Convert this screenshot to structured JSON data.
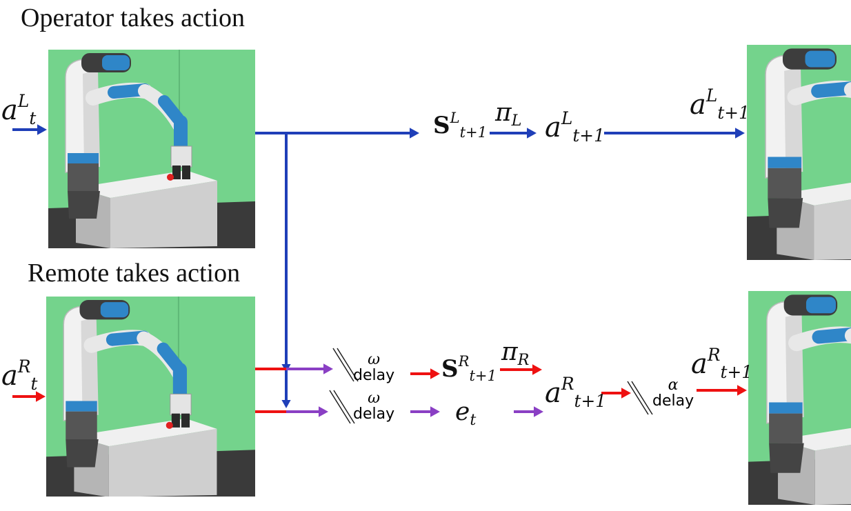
{
  "captions": {
    "operator": "Operator takes action",
    "remote": "Remote takes action"
  },
  "labels": {
    "a": "a",
    "t": "t",
    "L": "L",
    "R": "R",
    "t_plus_1": "t+1",
    "S": "S",
    "pi": "π",
    "e": "e",
    "omega": "ω",
    "alpha": "α",
    "delay": "delay"
  },
  "colors": {
    "local_arrow": "#1f3fb8",
    "remote_arrow": "#ee1111",
    "mixed_arrow": "#8a3fc4",
    "backdrop_green": "#74d38c",
    "robot_blue": "#2f86c8",
    "robot_white": "#e6e6e6",
    "table_gray": "#d4d4d4",
    "floor": "#3a3a3a"
  },
  "icons": {
    "robot_scene": "robot-arm-scene-icon",
    "delay_marker": "double-slash-icon"
  }
}
